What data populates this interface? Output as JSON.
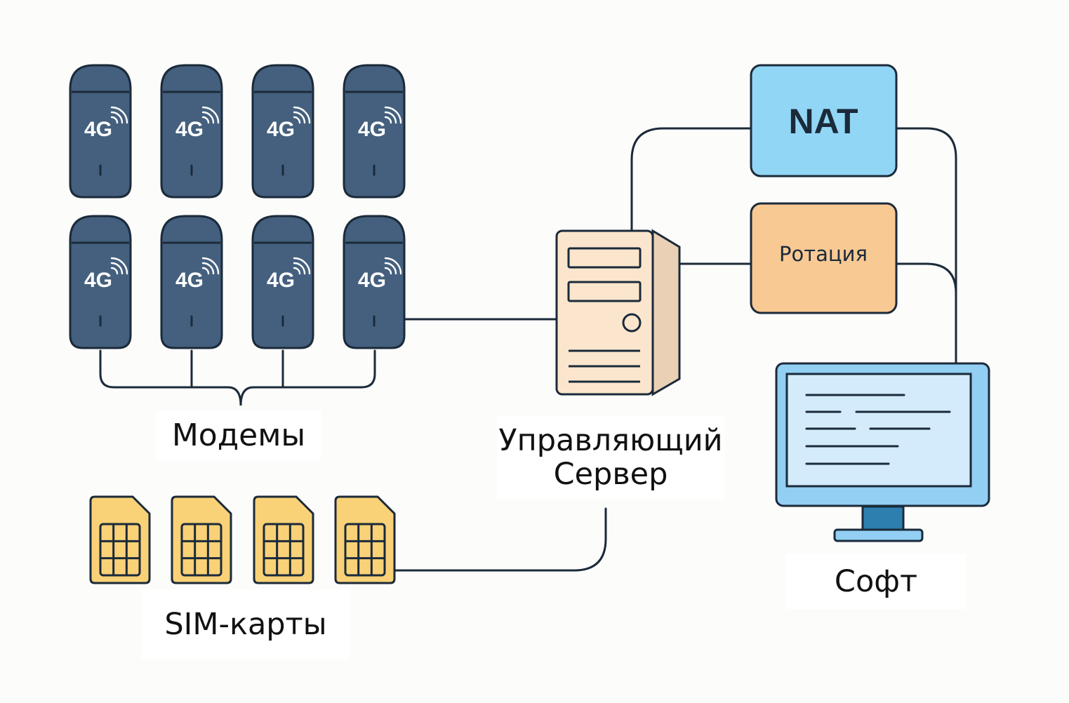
{
  "colors": {
    "modem_body": "#44607e",
    "outline": "#1b2a3a",
    "sim": "#f9d177",
    "nat_box": "#92d6f5",
    "rotation_box": "#f9c994",
    "server": "#fbe6cd",
    "server_side": "#ead0b4",
    "monitor_frame": "#92cff3",
    "monitor_screen": "#d3ebfb",
    "monitor_stand": "#2d7fb0",
    "line": "#1b2a3a"
  },
  "modems": {
    "badge": "4G",
    "count": 8,
    "icon": "usb-modem-icon",
    "label": "Модемы"
  },
  "server": {
    "label": "Управляющий\nСервер",
    "icon": "server-tower-icon"
  },
  "nat": {
    "label": "NAT"
  },
  "rotation": {
    "label": "Ротация"
  },
  "soft": {
    "label": "Софт",
    "icon": "monitor-icon"
  },
  "sims": {
    "count": 4,
    "icon": "sim-card-icon",
    "label": "SIM-карты"
  }
}
